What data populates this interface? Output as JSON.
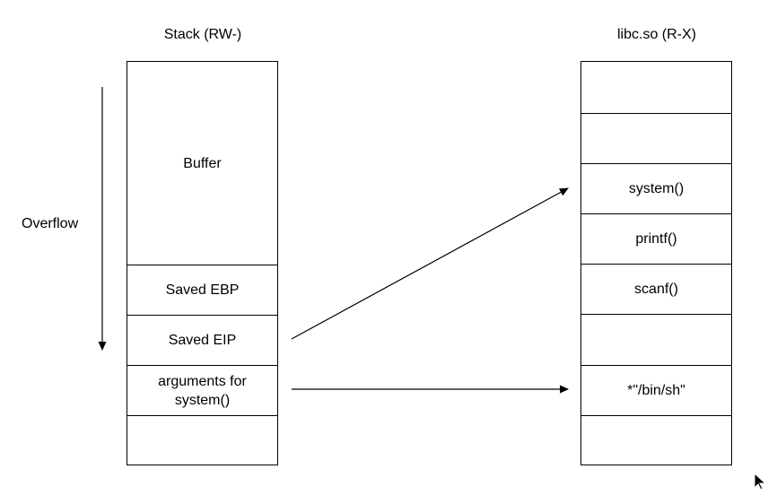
{
  "stack": {
    "title": "Stack (RW-)",
    "cells": [
      {
        "label": "Buffer"
      },
      {
        "label": "Saved EBP"
      },
      {
        "label": "Saved EIP"
      },
      {
        "label": "arguments for\nsystem()"
      },
      {
        "label": ""
      }
    ]
  },
  "libc": {
    "title": "libc.so (R-X)",
    "cells": [
      {
        "label": ""
      },
      {
        "label": ""
      },
      {
        "label": "system()"
      },
      {
        "label": "printf()"
      },
      {
        "label": "scanf()"
      },
      {
        "label": ""
      },
      {
        "label": "*\"/bin/sh\""
      },
      {
        "label": ""
      }
    ]
  },
  "overflow": {
    "label": "Overflow"
  },
  "icons": {
    "arrow_head": "arrow-head-icon",
    "cursor": "mouse-pointer-icon"
  },
  "colors": {
    "stroke": "#000000",
    "background": "#ffffff"
  }
}
